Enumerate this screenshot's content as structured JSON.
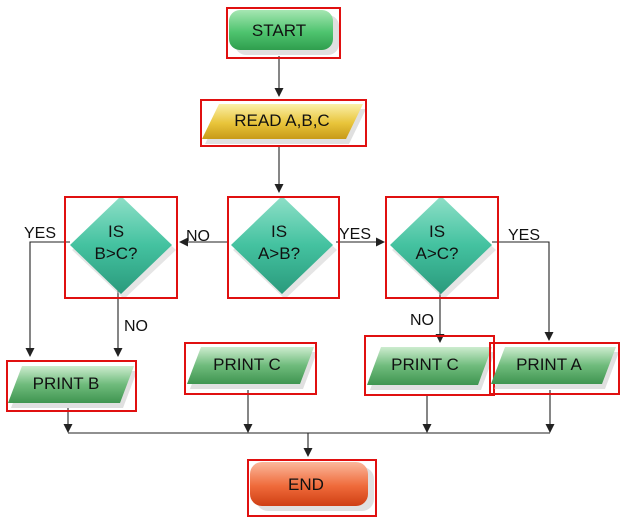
{
  "nodes": {
    "start": "START",
    "read": "READ A,B,C",
    "dec_ab_l1": "IS",
    "dec_ab_l2": "A>B?",
    "dec_bc_l1": "IS",
    "dec_bc_l2": "B>C?",
    "dec_ac_l1": "IS",
    "dec_ac_l2": "A>C?",
    "print_b": "PRINT B",
    "print_c_left": "PRINT C",
    "print_c_right": "PRINT C",
    "print_a": "PRINT A",
    "end": "END"
  },
  "edges": {
    "ab_no": "NO",
    "ab_yes": "YES",
    "bc_yes": "YES",
    "bc_no": "NO",
    "ac_yes": "YES",
    "ac_no": "NO"
  },
  "colors": {
    "terminal_green": "#4fc46f",
    "input_yellow": "#e8c43a",
    "decision_teal": "#44c2a0",
    "process_green": "#63b172",
    "terminal_red": "#ef6a3a",
    "highlight_red": "#e01010"
  }
}
